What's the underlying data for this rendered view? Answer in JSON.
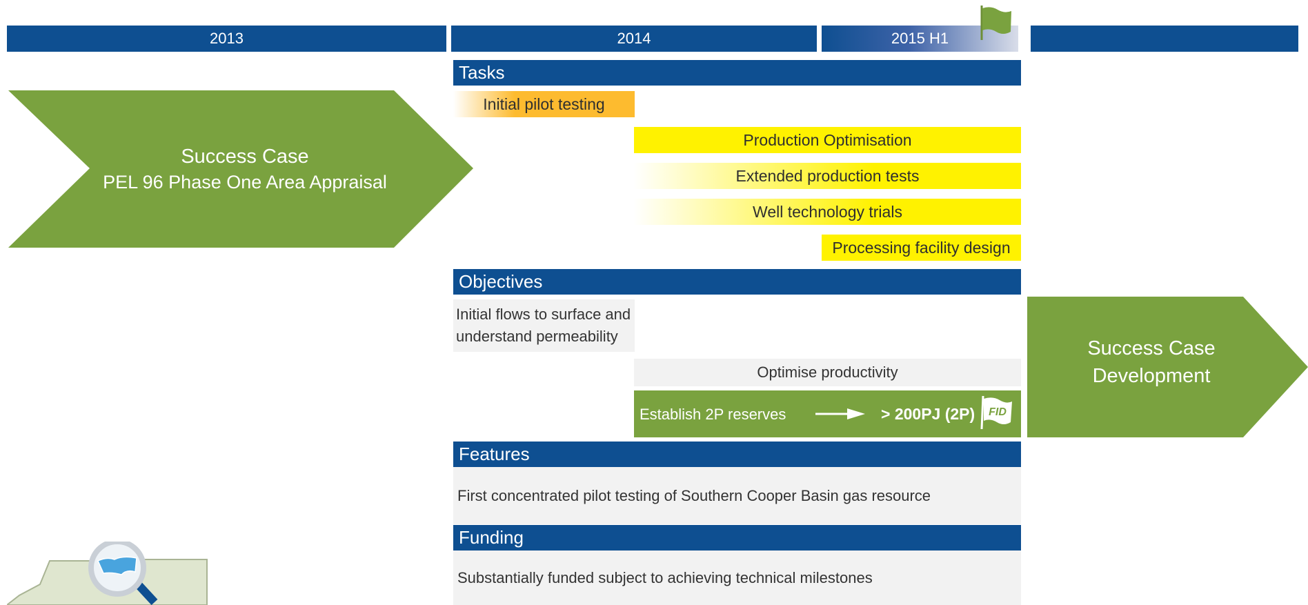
{
  "years": {
    "y2013": "2013",
    "y2014": "2014",
    "y2015h1": "2015 H1",
    "later": ""
  },
  "left_arrow": {
    "line1": "Success Case",
    "line2": "PEL 96 Phase One Area Appraisal"
  },
  "right_arrow": {
    "line1": "Success Case",
    "line2": "Development"
  },
  "tasks": {
    "header": "Tasks",
    "items": [
      "Initial pilot testing",
      "Production Optimisation",
      "Extended production tests",
      "Well technology trials",
      "Processing facility design"
    ]
  },
  "objectives": {
    "header": "Objectives",
    "initial_flows_line1": "Initial flows to surface and",
    "initial_flows_line2": "understand permeability",
    "optimise": "Optimise productivity",
    "establish": "Establish 2P reserves",
    "target": "> 200PJ (2P)",
    "fid": "FID"
  },
  "features": {
    "header": "Features",
    "text": "First concentrated pilot testing of Southern Cooper Basin gas resource"
  },
  "funding": {
    "header": "Funding",
    "text": "Substantially funded subject to achieving technical milestones"
  },
  "colors": {
    "blue": "#0e4f91",
    "green": "#7aa23f",
    "yellow": "#fff200",
    "orange": "#fdbb2f",
    "grey": "#f2f2f2"
  },
  "icons": {
    "flag": "flag-icon",
    "fid": "fid-flag-icon",
    "arrow": "right-arrow-icon",
    "map": "map-magnifier-icon"
  }
}
